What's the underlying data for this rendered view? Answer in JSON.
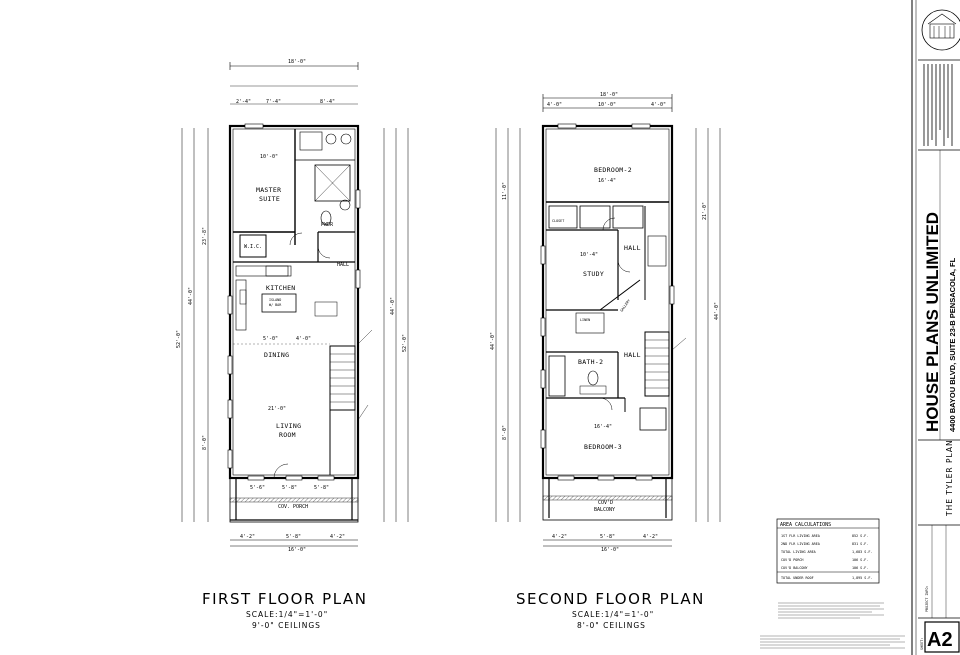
{
  "first_floor": {
    "title": "FIRST FLOOR PLAN",
    "scale": "SCALE:1/4\"=1'-0\"",
    "ceilings": "9'-0\" CEILINGS",
    "overall_width": "18'-0\"",
    "overall_depth": "52'-0\"",
    "porch_width": "16'-0\"",
    "rooms": {
      "master": "MASTER",
      "suite": "SUITE",
      "wic": "W.I.C.",
      "pwdr": "PWDR",
      "kitchen": "KITCHEN",
      "hall": "HALL",
      "dining": "DINING",
      "living": "LIVING",
      "room": "ROOM",
      "porch": "COV. PORCH",
      "island": "ISLAND",
      "bar": "W/ BAR"
    }
  },
  "second_floor": {
    "title": "SECOND FLOOR PLAN",
    "scale": "SCALE:1/4\"=1'-0\"",
    "ceilings": "8'-0\" CEILINGS",
    "overall_width": "18'-0\"",
    "overall_depth": "44'-0\"",
    "porch_width": "16'-0\"",
    "rooms": {
      "bedroom2": "BEDROOM-2",
      "study": "STUDY",
      "hall": "HALL",
      "hall2": "HALL",
      "bath2": "BATH-2",
      "bedroom3": "BEDROOM-3",
      "balcony": "COV'D",
      "balcony2": "BALCONY",
      "closet": "CLOSET",
      "linen": "LINEN",
      "gallery": "GALLERY"
    }
  },
  "area_calculations": {
    "heading": "AREA CALCULATIONS",
    "rows": [
      {
        "label": "1ST FLR LIVING AREA",
        "value": "852 S.F."
      },
      {
        "label": "2ND FLR LIVING AREA",
        "value": "831 S.F."
      },
      {
        "label": "TOTAL LIVING AREA",
        "value": "1,683 S.F."
      },
      {
        "label": "COV'D PORCH",
        "value": "106 S.F."
      },
      {
        "label": "COV'D BALCONY",
        "value": "106 S.F."
      }
    ],
    "total_label": "TOTAL UNDER ROOF",
    "total_value": "1,895 S.F."
  },
  "title_block": {
    "company": "HOUSE PLANS UNLIMITED",
    "address": "4400 BAYOU BLVD, SUITE 23-B PENSACOLA, FL",
    "plan_name": "THE TYLER PLAN",
    "project_info": "PROJECT INFO:",
    "sheet": "A2",
    "sheet_label": "SHEET:"
  },
  "colors": {
    "line": "#000000",
    "paper": "#ffffff"
  }
}
